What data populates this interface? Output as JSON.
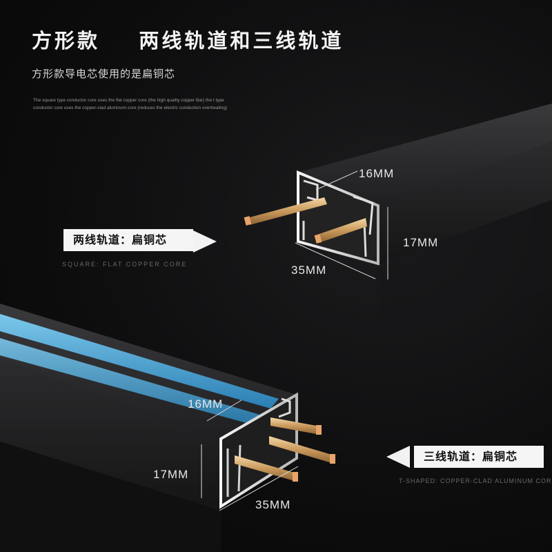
{
  "header": {
    "title": "方形款    两线轨道和三线轨道",
    "subtitle": "方形款导电芯使用的是扁铜芯",
    "description": "The square type conductor core uses the flat copper core (the high quality copper Bar) the t type conductor core uses the copper-clad aluminum core (reduces the electric conduction overheating)"
  },
  "track_two_wire": {
    "label": "两线轨道：扁铜芯",
    "english": "SQUARE: FLAT COPPER CORE",
    "dim_top": "16MM",
    "dim_side": "17MM",
    "dim_bottom": "35MM"
  },
  "track_three_wire": {
    "label": "三线轨道：扁铜芯",
    "english": "T-SHAPED: COPPER-CLAD ALUMINUM CORE",
    "dim_top": "16MM",
    "dim_side": "17MM",
    "dim_bottom": "35MM"
  },
  "colors": {
    "background": "#0d0d0e",
    "track_body": "#2a2a2c",
    "aluminum": "#e6e6e6",
    "copper": "#d9b27a",
    "blue_insulator": "#4aa8d8",
    "label_box": "#f5f5f5"
  }
}
